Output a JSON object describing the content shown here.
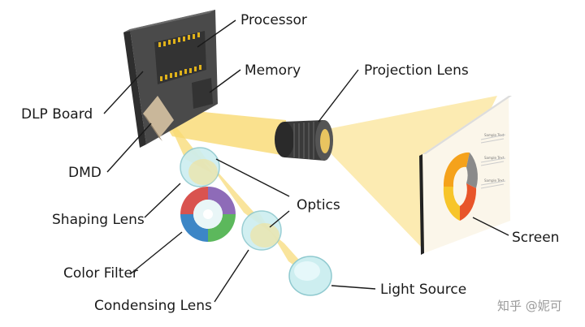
{
  "labels": {
    "processor": "Processor",
    "memory": "Memory",
    "projection_lens": "Projection Lens",
    "dlp_board": "DLP Board",
    "dmd": "DMD",
    "optics": "Optics",
    "shaping_lens": "Shaping Lens",
    "screen": "Screen",
    "color_filter": "Color Filter",
    "condensing_lens": "Condensing Lens",
    "light_source": "Light Source"
  },
  "screen_legend": {
    "item_1": "Sample Text",
    "item_2": "Sample Text",
    "item_3": "Sample Text"
  },
  "watermark": "知乎 @妮可",
  "colors": {
    "beam": "#f7d35a",
    "board": "#4a4a4a",
    "chip_pins": "#e0b21a",
    "lens_glass": "#cdeef0",
    "screen_paper": "#fbf6ea",
    "donut_orange": "#f5a21b",
    "donut_yellow": "#f7c52a",
    "donut_red": "#e8552a",
    "donut_gray": "#8a8a8a",
    "filter_blue": "#3c86c6",
    "filter_green": "#5cb85c",
    "filter_red": "#d9534f",
    "filter_purple": "#8e6bb8"
  }
}
